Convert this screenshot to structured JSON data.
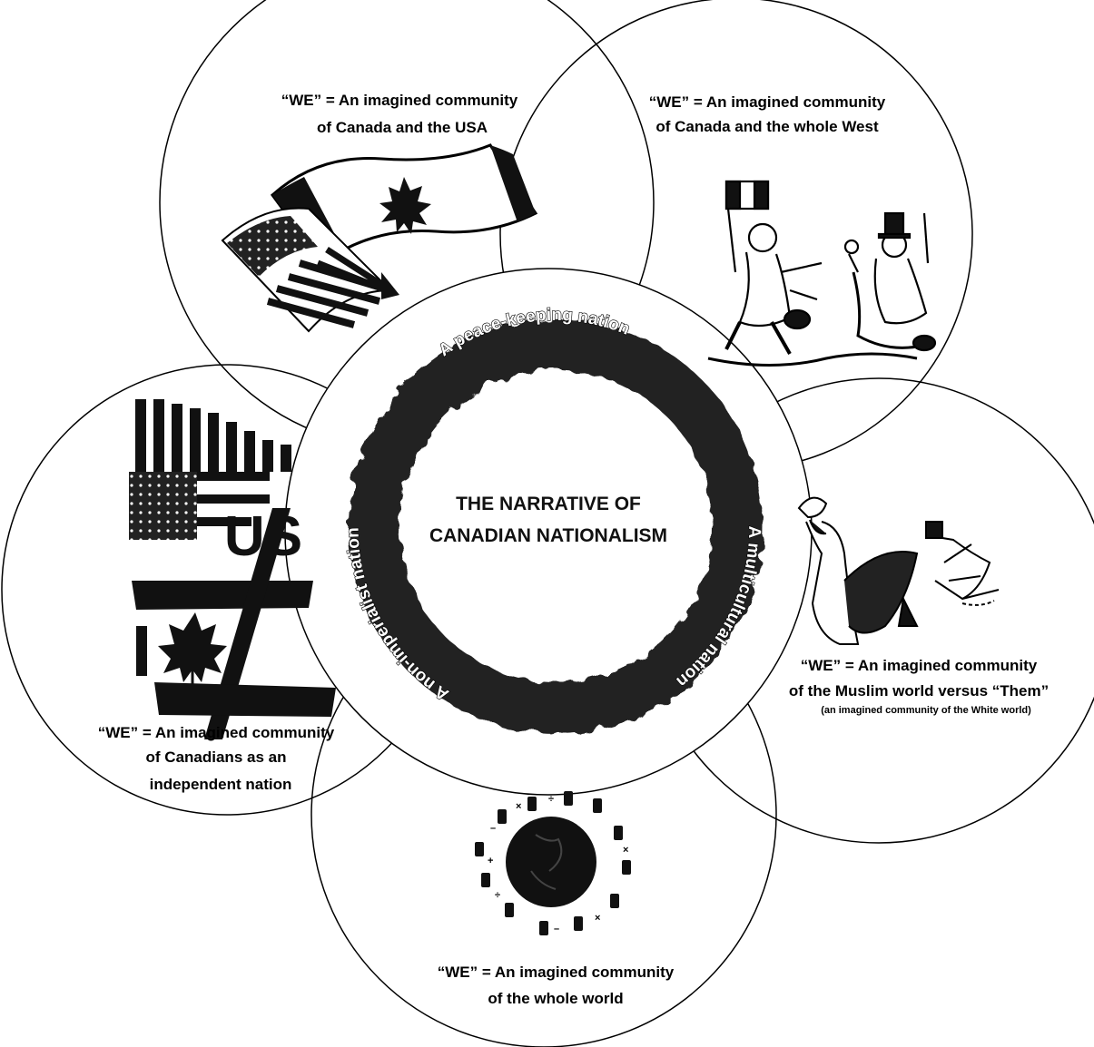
{
  "center": {
    "title_line1": "THE NARRATIVE OF",
    "title_line2": "CANADIAN NATIONALISM"
  },
  "ring_labels": {
    "top": "A peace-keeping nation",
    "right": "A multicultural nation",
    "left": "A non-imperialist nation"
  },
  "circles": {
    "usa": {
      "line1": "“WE” = An imagined community",
      "line2": "of Canada and the USA"
    },
    "west": {
      "line1": "“WE” = An imagined community",
      "line2": "of Canada and the whole West"
    },
    "muslim": {
      "line1": "“WE” = An imagined community",
      "line2": "of the Muslim world versus “Them”",
      "line3": "(an imagined community of the White world)"
    },
    "world": {
      "line1": "“WE” = An imagined community",
      "line2": "of the whole world"
    },
    "independent": {
      "line1": "“WE” = An imagined community",
      "line2": "of Canadians as an",
      "line3": "independent nation"
    }
  },
  "illustrations": {
    "usa": "usa-canada-flags-icon",
    "west": "western-soldiers-cartoon-icon",
    "muslim": "muslim-versus-west-cartoon-icon",
    "world": "globe-with-figures-icon",
    "independent": "us-versus-canada-flags-icon",
    "us_letters": "US"
  }
}
